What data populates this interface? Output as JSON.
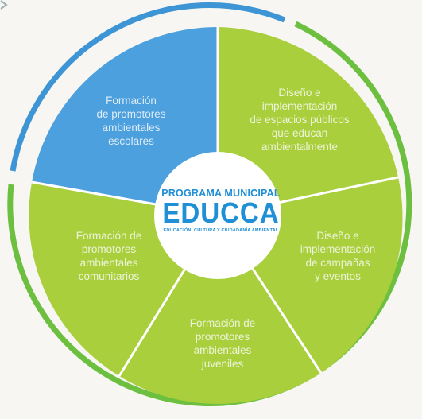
{
  "colors": {
    "blue": "#4da0de",
    "green": "#a9cf3c",
    "ring_blue": "#3d95d5",
    "ring_green": "#6dbf3f",
    "divider": "#ffffff",
    "logo": "#1f8fd6"
  },
  "center": {
    "top": "PROGRAMA MUNICIPAL",
    "main": "EDUCCA",
    "sub": "EDUCACIÓN, CULTURA Y CIUDADANÍA AMBIENTAL"
  },
  "segments": [
    {
      "label": "Formación\nde promotores\nambientales\nescolares",
      "color": "blue"
    },
    {
      "label": "Diseño e\nimplementación\nde espacios públicos\nque educan\nambientalmente",
      "color": "green"
    },
    {
      "label": "Diseño e\nimplementación\nde campañas\ny eventos",
      "color": "green"
    },
    {
      "label": "Formación de\npromotores\nambientales\njuveniles",
      "color": "green"
    },
    {
      "label": "Formación de\npromotores\nambientales\ncomunitarios",
      "color": "green"
    }
  ],
  "icons": {
    "left_arrow": "chevron-right-icon"
  }
}
